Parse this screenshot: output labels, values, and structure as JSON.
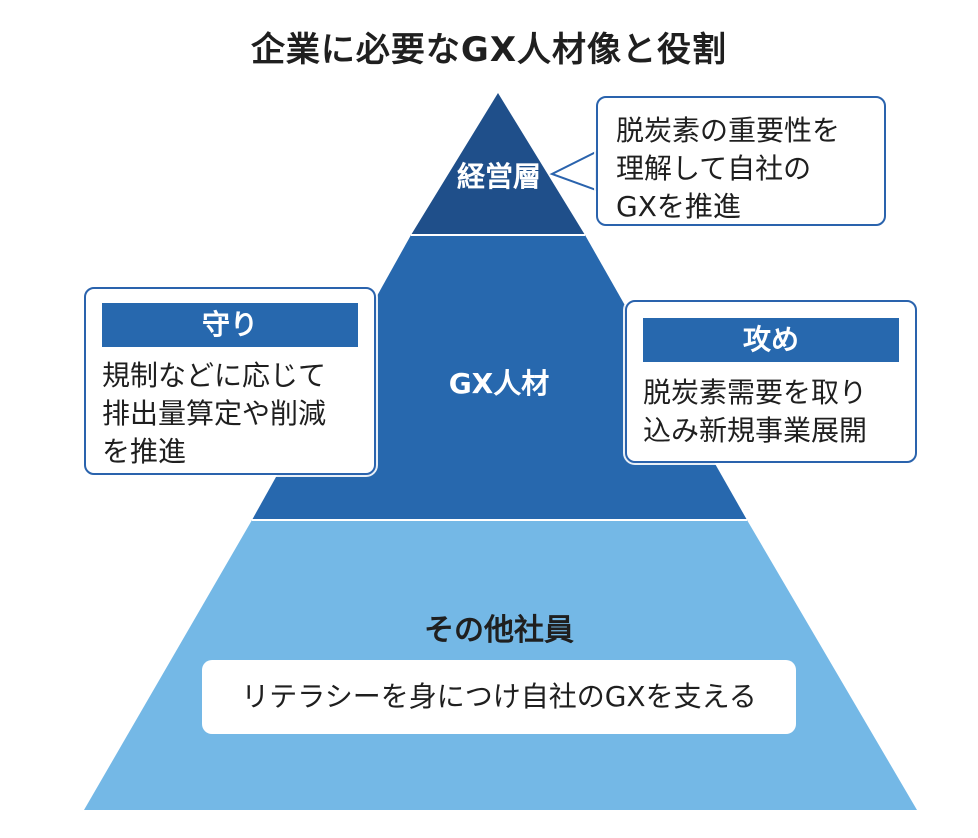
{
  "title": "企業に必要なGX人材像と役割",
  "colors": {
    "tier_top": "#1f4f8a",
    "tier_middle": "#2768ae",
    "tier_bottom": "#74b8e6",
    "callout_border": "#2a63ad",
    "callout_header": "#2768ae"
  },
  "pyramid": {
    "top": {
      "label": "経営層",
      "callout": "脱炭素の重要性を\n理解して自社の\nGXを推進"
    },
    "middle": {
      "label": "GX人材",
      "defense": {
        "header": "守り",
        "text": "規制などに応じて\n排出量算定や削減\nを推進"
      },
      "offense": {
        "header": "攻め",
        "text": "脱炭素需要を取り\n込み新規事業展開"
      }
    },
    "bottom": {
      "label": "その他社員",
      "description": "リテラシーを身につけ自社のGXを支える"
    }
  }
}
